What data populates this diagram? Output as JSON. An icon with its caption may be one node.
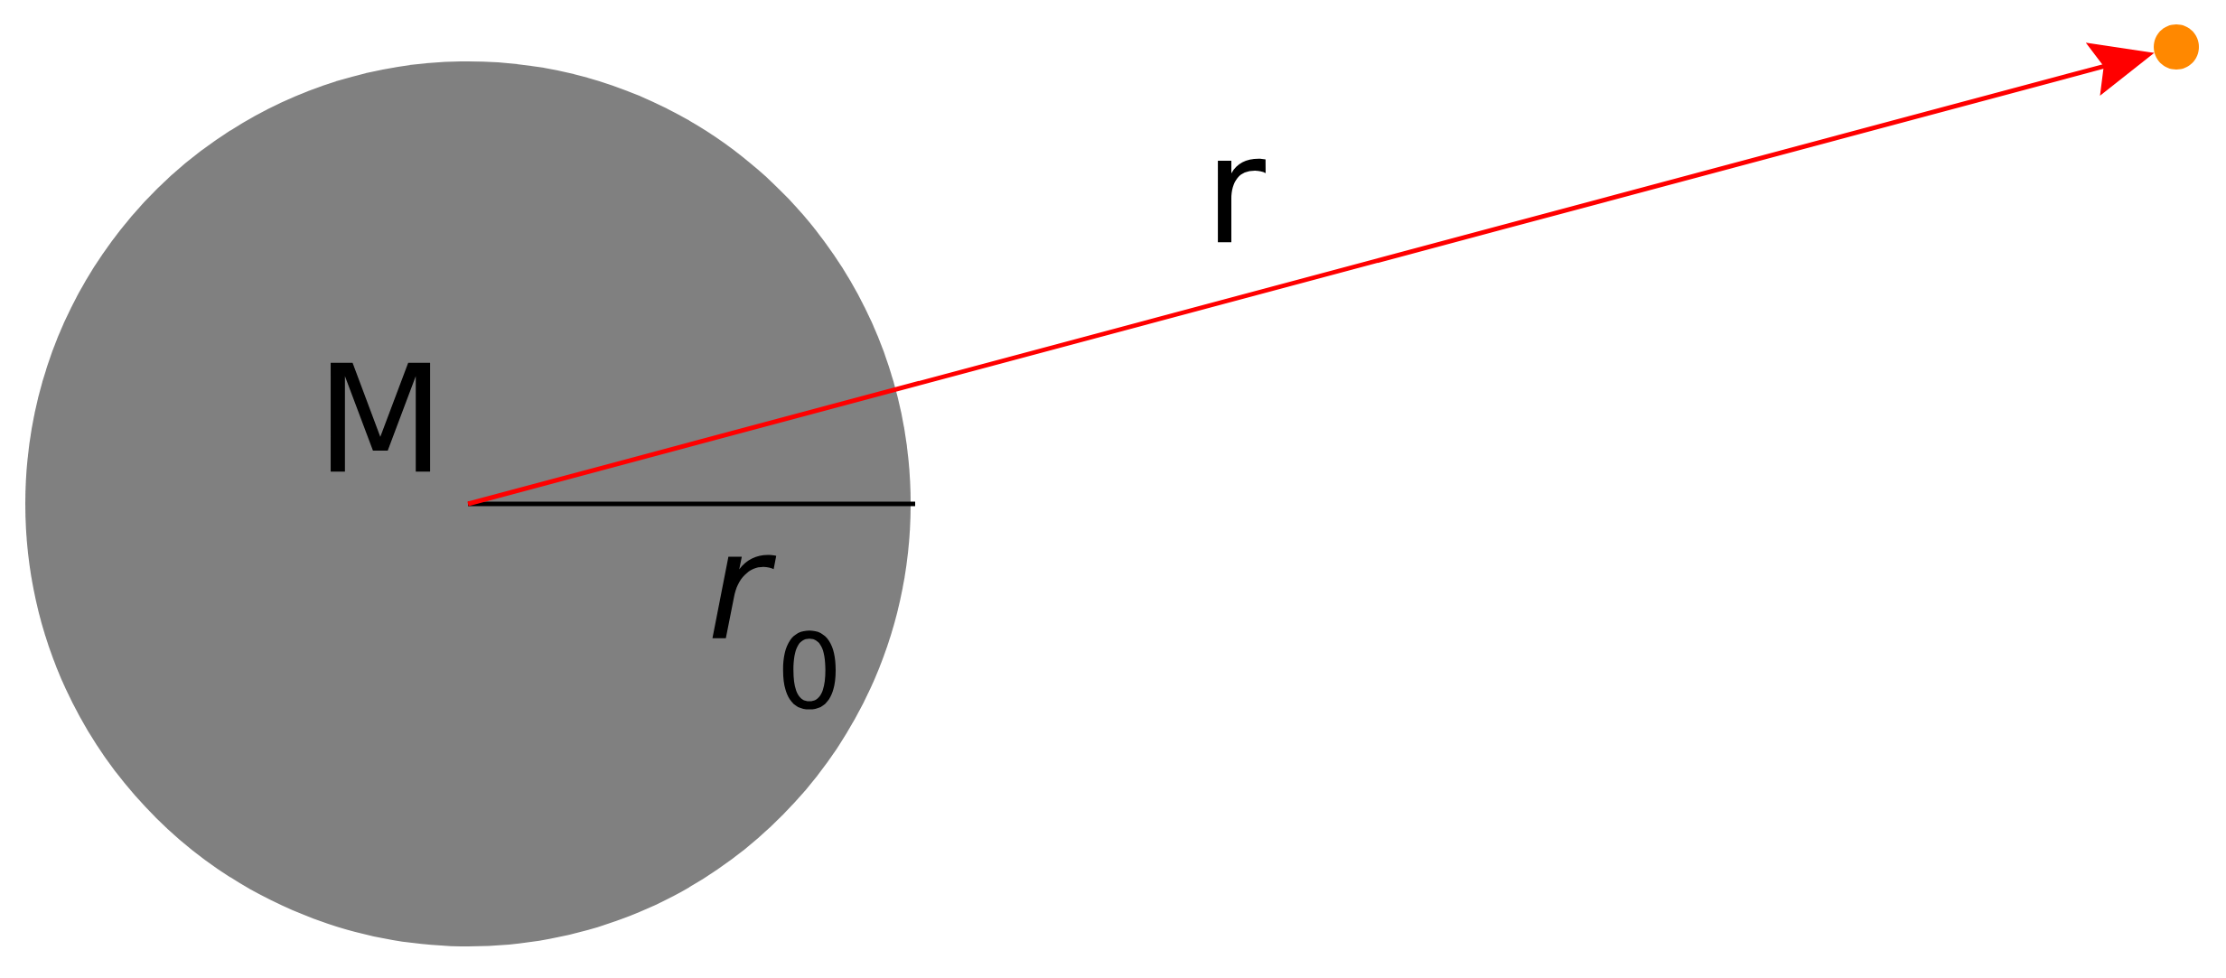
{
  "diagram": {
    "nodes": [
      {
        "text": [
          "M"
        ]
      },
      {
        "text": [],
        "shape": "circle"
      }
    ],
    "edges": [
      {
        "from": 0,
        "to": 1,
        "arrow": "to",
        "label": "r",
        "color": "#ff0000"
      }
    ],
    "labels": [
      "*r*$_{0}$"
    ]
  }
}
